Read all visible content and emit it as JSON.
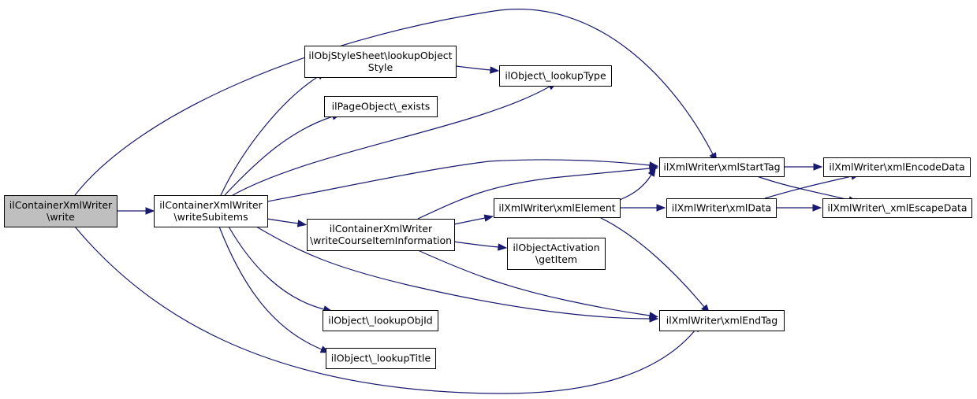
{
  "nodes": [
    {
      "id": "write",
      "lines": [
        "ilContainerXmlWriter",
        "\\write"
      ],
      "highlight": true
    },
    {
      "id": "writeSubitems",
      "lines": [
        "ilContainerXmlWriter",
        "\\writeSubitems"
      ]
    },
    {
      "id": "lookupObjectStyle",
      "lines": [
        "ilObjStyleSheet\\lookupObject",
        "Style"
      ]
    },
    {
      "id": "lookupType",
      "lines": [
        "ilObject\\_lookupType"
      ]
    },
    {
      "id": "pageExists",
      "lines": [
        "ilPageObject\\_exists"
      ]
    },
    {
      "id": "xmlStartTag",
      "lines": [
        "ilXmlWriter\\xmlStartTag"
      ]
    },
    {
      "id": "xmlEncodeData",
      "lines": [
        "ilXmlWriter\\xmlEncodeData"
      ]
    },
    {
      "id": "writeCourseItemInformation",
      "lines": [
        "ilContainerXmlWriter",
        "\\writeCourseItemInformation"
      ]
    },
    {
      "id": "xmlElement",
      "lines": [
        "ilXmlWriter\\xmlElement"
      ]
    },
    {
      "id": "xmlData",
      "lines": [
        "ilXmlWriter\\xmlData"
      ]
    },
    {
      "id": "xmlEscapeData",
      "lines": [
        "ilXmlWriter\\_xmlEscapeData"
      ]
    },
    {
      "id": "getItem",
      "lines": [
        "ilObjectActivation",
        "\\getItem"
      ]
    },
    {
      "id": "lookupObjId",
      "lines": [
        "ilObject\\_lookupObjId"
      ]
    },
    {
      "id": "xmlEndTag",
      "lines": [
        "ilXmlWriter\\xmlEndTag"
      ]
    },
    {
      "id": "lookupTitle",
      "lines": [
        "ilObject\\_lookupTitle"
      ]
    }
  ],
  "edges": [
    [
      "write",
      "writeSubitems"
    ],
    [
      "write",
      "xmlStartTag"
    ],
    [
      "write",
      "xmlEndTag"
    ],
    [
      "writeSubitems",
      "lookupObjectStyle"
    ],
    [
      "writeSubitems",
      "pageExists"
    ],
    [
      "writeSubitems",
      "lookupType"
    ],
    [
      "writeSubitems",
      "xmlStartTag"
    ],
    [
      "writeSubitems",
      "writeCourseItemInformation"
    ],
    [
      "writeSubitems",
      "xmlEndTag"
    ],
    [
      "writeSubitems",
      "lookupObjId"
    ],
    [
      "writeSubitems",
      "lookupTitle"
    ],
    [
      "lookupObjectStyle",
      "lookupType"
    ],
    [
      "writeCourseItemInformation",
      "xmlElement"
    ],
    [
      "writeCourseItemInformation",
      "xmlStartTag"
    ],
    [
      "writeCourseItemInformation",
      "getItem"
    ],
    [
      "writeCourseItemInformation",
      "xmlEndTag"
    ],
    [
      "xmlElement",
      "xmlStartTag"
    ],
    [
      "xmlElement",
      "xmlData"
    ],
    [
      "xmlElement",
      "xmlEndTag"
    ],
    [
      "xmlStartTag",
      "xmlEncodeData"
    ],
    [
      "xmlStartTag",
      "xmlEscapeData"
    ],
    [
      "xmlData",
      "xmlEncodeData"
    ],
    [
      "xmlData",
      "xmlEscapeData"
    ]
  ]
}
